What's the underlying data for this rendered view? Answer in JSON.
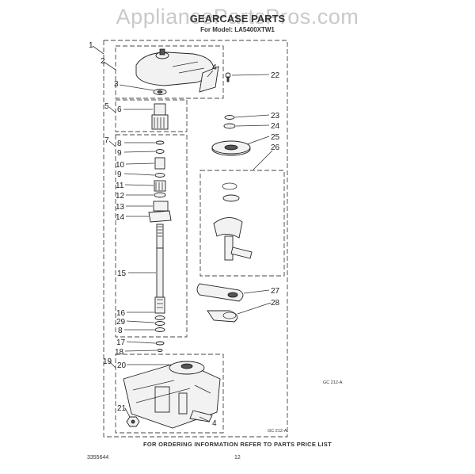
{
  "watermark": "AppliancePartsPros.com",
  "title": "GEARCASE PARTS",
  "subtitle": "For Model: LA5400XTW1",
  "footer": "FOR ORDERING INFORMATION REFER TO PARTS PRICE LIST",
  "doc_number": "3355644",
  "page_number": "12",
  "figure_codes": [
    "GC 212-A",
    "GC 212-A"
  ],
  "callouts": {
    "c1": "1",
    "c2": "2",
    "c3": "3",
    "c4a": "4",
    "c5": "5",
    "c6": "6",
    "c7": "7",
    "c8a": "8",
    "c9a": "9",
    "c10": "10",
    "c9b": "9",
    "c11": "11",
    "c12": "12",
    "c13": "13",
    "c14": "14",
    "c15": "15",
    "c16": "16",
    "c29": "29",
    "c8b": "8",
    "c17": "17",
    "c18": "18",
    "c19": "19",
    "c20": "20",
    "c21": "21",
    "c4b": "4",
    "c22": "22",
    "c23": "23",
    "c24": "24",
    "c25": "25",
    "c26": "26",
    "c27": "27",
    "c28": "28"
  }
}
